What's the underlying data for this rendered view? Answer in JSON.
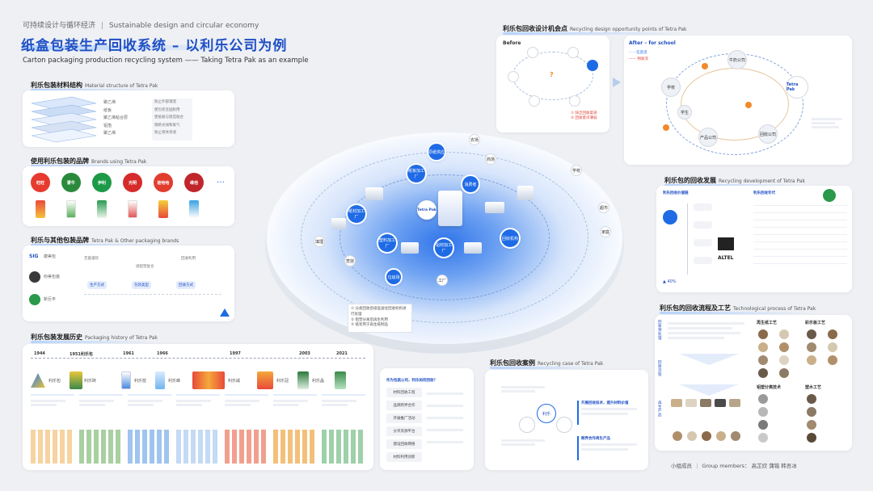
{
  "header": {
    "subtitle": "可持续设计与循环经济",
    "divider": "|",
    "subtitle_en": "Sustainable design and circular economy",
    "title": "纸盒包装生产回收系统 – 以利乐公司为例",
    "title_en": "Carton packaging production recycling system —— Taking Tetra Pak as an example"
  },
  "material": {
    "title": "利乐包装材料结构",
    "title_en": "Material structure of Tetra Pak",
    "layers": [
      "聚乙烯",
      "纸板",
      "聚乙烯粘合层",
      "铝箔",
      "聚乙烯"
    ],
    "descs": [
      "防止外部潮湿",
      "使包装坚固耐用",
      "使纸板与铝箔粘合",
      "隔绝光线和氧气",
      "防止液体渗透"
    ]
  },
  "brands": {
    "title": "使用利乐包装的品牌",
    "title_en": "Brands using Tetra Pak",
    "logos": [
      "旺旺",
      "蒙牛",
      "伊利",
      "光明",
      "娃哈哈",
      "维他"
    ],
    "more": "…"
  },
  "compare": {
    "title": "利乐与其他包装品牌",
    "title_en": "Tetra Pak & Other packaging brands",
    "brand1": "SIG",
    "brand1_name": "康美包",
    "brand2_name": "纷美包装",
    "brand3_name": "新巨丰",
    "row_labels": [
      "生产方式",
      "包装类型",
      "回收方式"
    ],
    "col_heads": [
      "无菌灌装",
      "纸铝塑复合",
      "回收利用"
    ]
  },
  "history": {
    "title": "利乐包装发展历史",
    "title_en": "Packaging history of Tetra Pak",
    "years": [
      "1944",
      "1951利乐包",
      "1961",
      "1966",
      "1997",
      "2003",
      "2021"
    ],
    "labels": [
      "利乐包",
      "利乐砖",
      "利乐枕",
      "利乐峰",
      "利乐威",
      "利乐冠",
      "利乐晶"
    ]
  },
  "center": {
    "hub": "Tetra Pak",
    "nodes": [
      "原纸供应",
      "纸板加工厂",
      "消费者",
      "回收机构",
      "铝材加工厂",
      "塑料加工厂",
      "纸材加工厂",
      "垃圾场"
    ],
    "small_nodes": [
      "农场",
      "商场",
      "学校",
      "超市",
      "家庭",
      "填埋",
      "焚烧",
      "工厂"
    ],
    "note1": "① 分类回收后纸盒送往回收机构进行处理",
    "note2": "② 铝塑分离后再生利用",
    "note3": "③ 纸浆用于再生纸制品"
  },
  "opportunity": {
    "title": "利乐包回收设计机会点",
    "title_en": "Recycling design opportunity points of Tetra Pak",
    "before": "Before",
    "after": "After – for school",
    "legend1": "信息流",
    "legend2": "物质流",
    "node_school": "学校",
    "node_student": "学生",
    "node_tetra": "Tetra Pak",
    "node_milk": "牛奶公司",
    "node_recycle": "回收公司",
    "node_product": "产品公司",
    "note_q": "?",
    "note_red1": "① 缺乏回收渠道",
    "note_red2": "② 回收意识薄弱"
  },
  "development": {
    "title": "利乐包的回收发展",
    "title_en": "Recycling development of Tetra Pak",
    "col1": "利乐回收价值链",
    "col2": "利乐回收年代",
    "stat": "40%",
    "brand": "ALTEL"
  },
  "process": {
    "title": "利乐包的回收流程及工艺",
    "title_en": "Technological process of Tetra Pak",
    "side": [
      "回收预处理",
      "回收流程",
      "再生产品"
    ],
    "crafts": [
      "再生纸工艺",
      "彩乐板工艺",
      "铝塑分离技术",
      "塑木工艺"
    ]
  },
  "case": {
    "title": "利乐包回收案例",
    "title_en": "Recycling case of Tetra Pak",
    "q_title": "作为包装公司，利乐如何回收？",
    "steps": [
      "材料回收工程",
      "品牌跨界合作",
      "开展推广活动",
      "分享资源平台",
      "建设回收网络",
      "材料利用创新"
    ],
    "center_node": "利乐",
    "box1": "开展回收技术，提升材料价值",
    "box2": "跨界合作再生产品"
  },
  "footer": {
    "members_label": "小组成员",
    "divider": "|",
    "members_en": "Group members",
    "members": "高芷欣 蒲锴 韩吾冰"
  },
  "colors": {
    "accent": "#1f6be6",
    "accent_light": "#b7d4ff",
    "bg": "#eef0f4"
  }
}
